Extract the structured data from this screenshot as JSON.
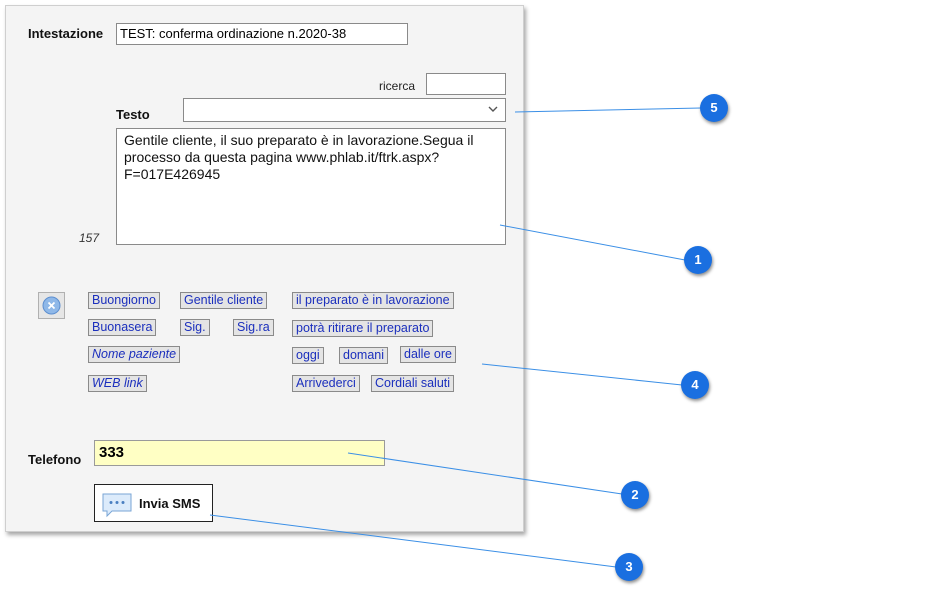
{
  "intestazione": {
    "label": "Intestazione",
    "value": "TEST: conferma ordinazione n.2020-38"
  },
  "ricerca": {
    "label": "ricerca",
    "value": ""
  },
  "testo": {
    "label": "Testo",
    "selected": "",
    "body": "Gentile cliente, il suo preparato è in lavorazione.Segua il processo da questa pagina www.phlab.it/ftrk.aspx?F=017E426945",
    "char_count": "157"
  },
  "quick_text": {
    "buongiorno": "Buongiorno",
    "gentile_cliente": "Gentile cliente",
    "preparato_lavorazione": "il preparato è in lavorazione",
    "buonasera": "Buonasera",
    "sig": "Sig.",
    "sigra": "Sig.ra",
    "potra_ritirare": "potrà ritirare il preparato",
    "nome_paziente": "Nome paziente",
    "oggi": "oggi",
    "domani": "domani",
    "dalle_ore": "dalle ore",
    "web_link": "WEB link",
    "arrivederci": "Arrivederci",
    "cordiali_saluti": "Cordiali saluti"
  },
  "telefono": {
    "label": "Telefono",
    "value": "333"
  },
  "send": {
    "label": "Invia SMS"
  },
  "callouts": [
    "1",
    "2",
    "3",
    "4",
    "5"
  ],
  "colors": {
    "accent": "#1a6fe0",
    "chip_text": "#1b2fbd",
    "phone_bg": "#ffffc4"
  }
}
